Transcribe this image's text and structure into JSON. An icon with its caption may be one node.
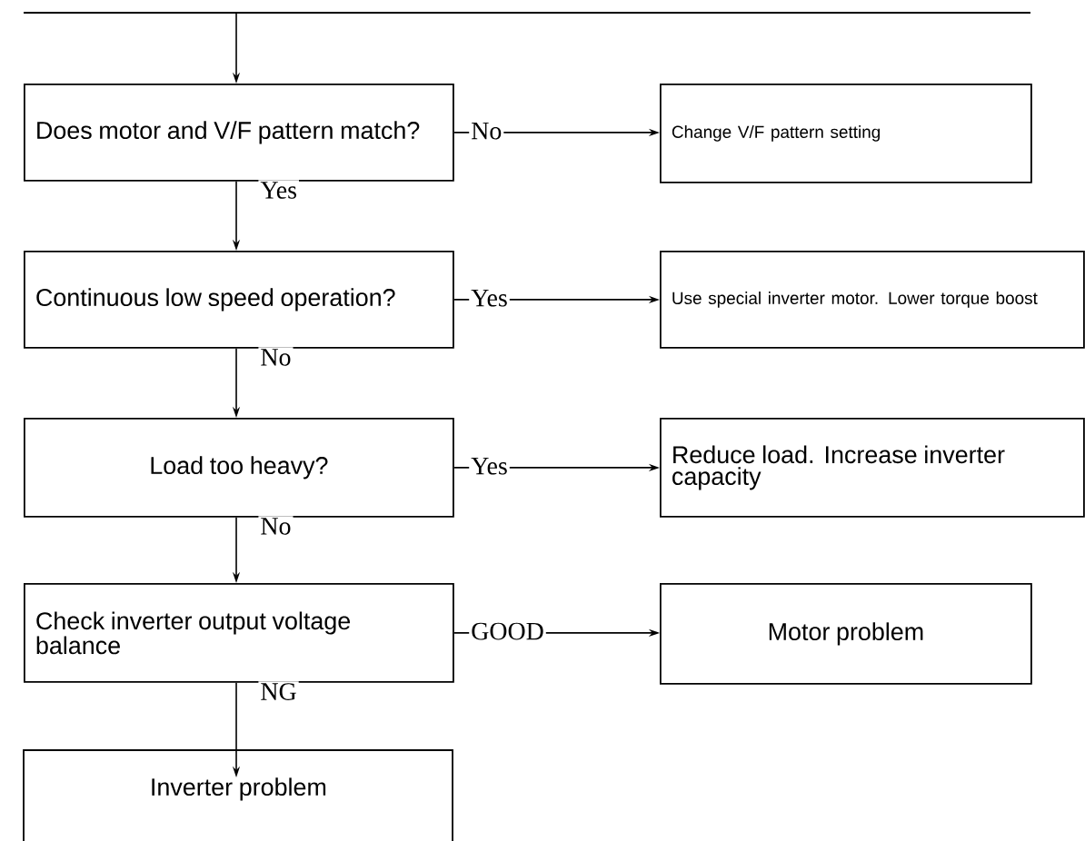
{
  "diagram": {
    "nodes": [
      {
        "text": [
          "Does motor and V/F pattern match?"
        ]
      },
      {
        "text": [
          "Change V/F pattern setting"
        ]
      },
      {
        "text": [
          "Continuous low speed operation?"
        ]
      },
      {
        "text": [
          "Use special inverter motor. Lower torque boost"
        ]
      },
      {
        "text": [
          "Load too heavy?"
        ]
      },
      {
        "text": [
          "Reduce load. Increase inverter capacity"
        ]
      },
      {
        "text": [
          "Check inverter output voltage balance"
        ]
      },
      {
        "text": [
          "Motor problem"
        ]
      },
      {
        "text": [
          "Inverter problem"
        ]
      }
    ],
    "edges": [
      {
        "from": null,
        "to": 0,
        "arrow": "to"
      },
      {
        "from": 0,
        "to": 1,
        "arrow": "to",
        "label": "No"
      },
      {
        "from": 0,
        "to": 2,
        "arrow": "to",
        "label": "Yes"
      },
      {
        "from": 2,
        "to": 3,
        "arrow": "to",
        "label": "Yes"
      },
      {
        "from": 2,
        "to": 4,
        "arrow": "to",
        "label": "No"
      },
      {
        "from": 4,
        "to": 5,
        "arrow": "to",
        "label": "Yes"
      },
      {
        "from": 4,
        "to": 6,
        "arrow": "to",
        "label": "No"
      },
      {
        "from": 6,
        "to": 7,
        "arrow": "to",
        "label": "GOOD"
      },
      {
        "from": 6,
        "to": 8,
        "arrow": "to",
        "label": "NG"
      }
    ]
  }
}
